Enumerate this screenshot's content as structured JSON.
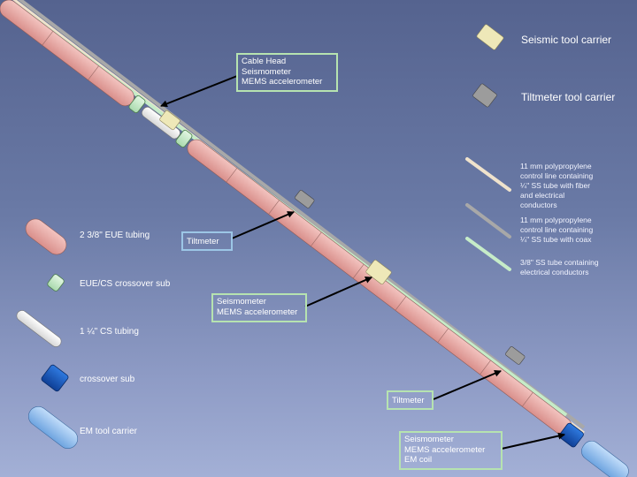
{
  "legend": {
    "seismic_tool_carrier": "Seismic tool carrier",
    "tiltmeter_tool_carrier": "Tiltmeter tool carrier",
    "control_line_fiber": [
      "11 mm polypropylene",
      "control line containing",
      "¼\" SS tube with fiber",
      "and electrical",
      "conductors"
    ],
    "control_line_coax": [
      "11 mm polypropylene",
      "control line containing",
      "¼\" SS tube with coax"
    ],
    "ss_tube": [
      "3/8\" SS tube containing",
      "electrical conductors"
    ],
    "eue_tubing": "2 3/8\" EUE tubing",
    "crossover_sub_eue_cs": "EUE/CS crossover sub",
    "cs_tubing": "1 ¼\" CS tubing",
    "crossover_sub": "crossover sub",
    "em_tool_carrier": "EM tool carrier"
  },
  "callouts": {
    "cable_head": [
      "Cable Head",
      "Seismometer",
      "MEMS accelerometer"
    ],
    "tiltmeter_1": "Tiltmeter",
    "seismometer_mid": [
      "Seismometer",
      "MEMS accelerometer"
    ],
    "tiltmeter_2": "Tiltmeter",
    "bottom": [
      "Seismometer",
      "MEMS accelerometer",
      "EM coil"
    ]
  },
  "colors": {
    "eue_tubing": "#e8a6a2",
    "crossover_sub_green": "#c9ecc9",
    "cs_tubing": "#ffffff",
    "crossover_sub_blue": "#1d5fc4",
    "em_tool_carrier": "#8fc0ee",
    "seismic_carrier": "#eee8b8",
    "tiltmeter_carrier": "#9c9c9c",
    "control_line_fiber": "#efe2cc",
    "control_line_coax": "#a8a8a8",
    "ss_tube": "#c6ecc8",
    "callout_border_green": "#b6e3b0",
    "callout_border_blue": "#9cc6e6"
  }
}
